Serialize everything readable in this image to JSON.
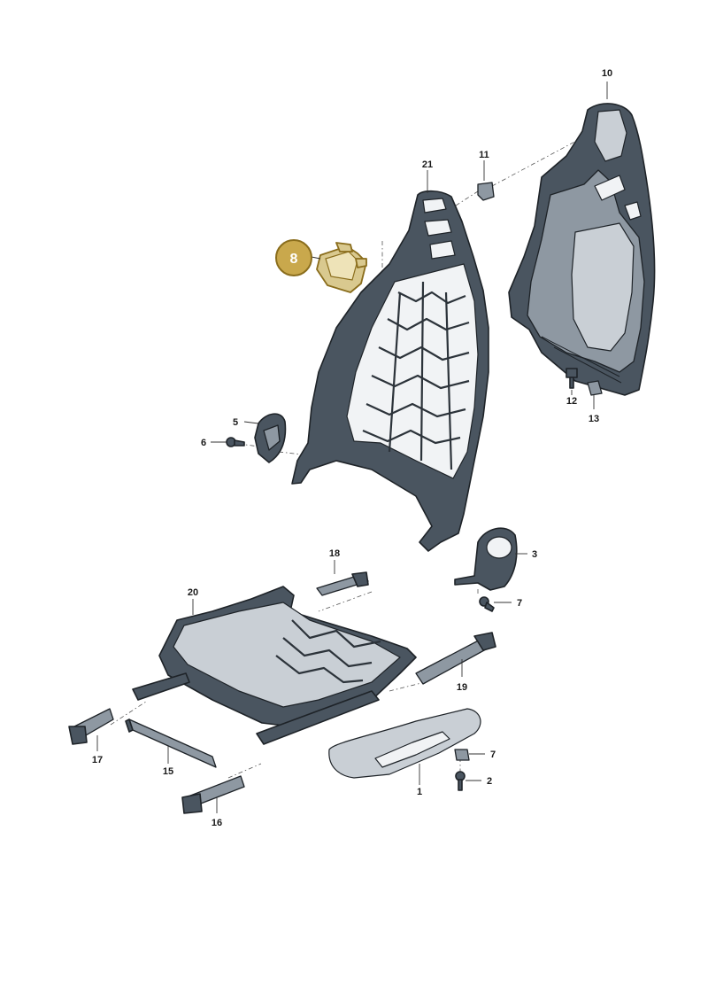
{
  "diagram": {
    "highlighted_part": "8",
    "colors": {
      "part_dark": "#4a5560",
      "part_outline": "#1e2328",
      "highlight_fill": "#c9a84c",
      "highlight_text": "#ffffff"
    },
    "callouts": [
      {
        "id": "c1",
        "label": "1"
      },
      {
        "id": "c2",
        "label": "2"
      },
      {
        "id": "c3",
        "label": "3"
      },
      {
        "id": "c5",
        "label": "5"
      },
      {
        "id": "c6",
        "label": "6"
      },
      {
        "id": "c7a",
        "label": "7"
      },
      {
        "id": "c7b",
        "label": "7"
      },
      {
        "id": "c8",
        "label": "8"
      },
      {
        "id": "c10",
        "label": "10"
      },
      {
        "id": "c11",
        "label": "11"
      },
      {
        "id": "c12",
        "label": "12"
      },
      {
        "id": "c13",
        "label": "13"
      },
      {
        "id": "c15",
        "label": "15"
      },
      {
        "id": "c16",
        "label": "16"
      },
      {
        "id": "c17",
        "label": "17"
      },
      {
        "id": "c18",
        "label": "18"
      },
      {
        "id": "c19",
        "label": "19"
      },
      {
        "id": "c20",
        "label": "20"
      },
      {
        "id": "c21",
        "label": "21"
      }
    ]
  }
}
